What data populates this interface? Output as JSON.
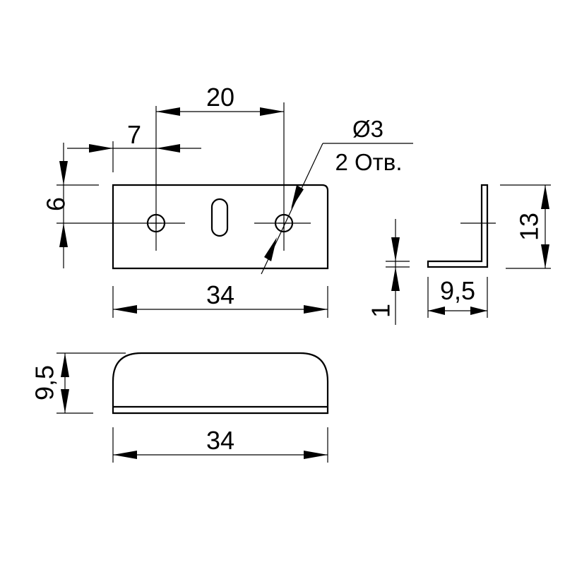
{
  "drawing": {
    "front_view": {
      "dim_holes_spacing": "20",
      "dim_hole_offset": "7",
      "dim_hole_height": "6",
      "dim_length": "34",
      "hole_note_diameter": "Ø3",
      "hole_note_count": "2 Отв."
    },
    "side_view": {
      "dim_height": "13",
      "dim_thickness": "1",
      "dim_depth": "9,5"
    },
    "top_view": {
      "dim_depth": "9,5",
      "dim_length": "34"
    }
  }
}
